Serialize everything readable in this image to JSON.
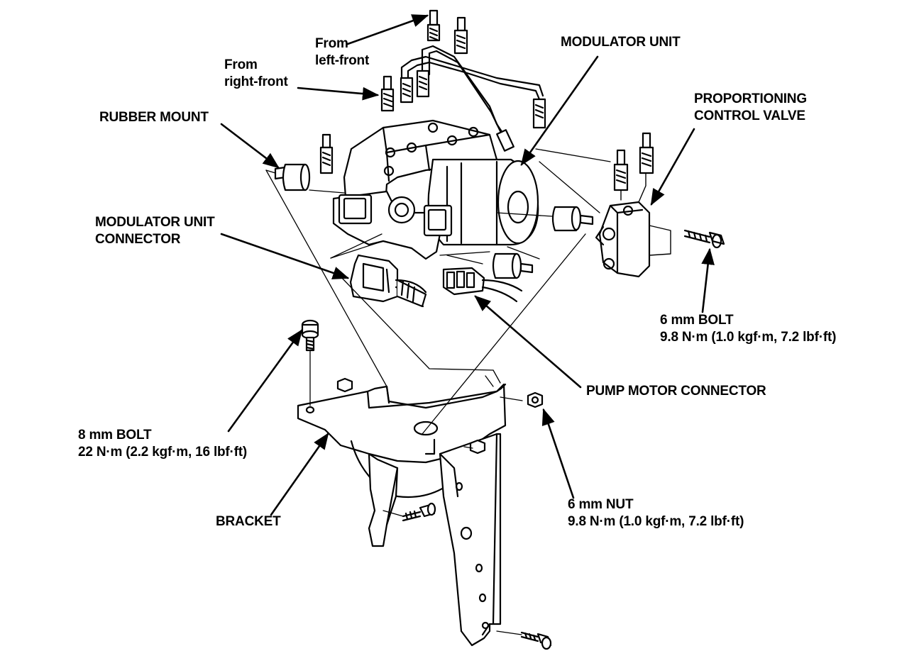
{
  "labels": {
    "from_left_front": {
      "line1": "From",
      "line2": "left-front"
    },
    "from_right_front": {
      "line1": "From",
      "line2": "right-front"
    },
    "modulator_unit": "MODULATOR UNIT",
    "proportioning_control_valve": {
      "line1": "PROPORTIONING",
      "line2": "CONTROL VALVE"
    },
    "rubber_mount": "RUBBER MOUNT",
    "modulator_unit_connector": {
      "line1": "MODULATOR UNIT",
      "line2": "CONNECTOR"
    },
    "bolt_6mm": {
      "line1": "6 mm BOLT",
      "line2": "9.8 N·m (1.0 kgf·m, 7.2 lbf·ft)"
    },
    "pump_motor_connector": "PUMP MOTOR CONNECTOR",
    "bolt_8mm": {
      "line1": "8 mm BOLT",
      "line2": "22 N·m (2.2 kgf·m, 16 lbf·ft)"
    },
    "bracket": "BRACKET",
    "nut_6mm": {
      "line1": "6 mm NUT",
      "line2": "9.8 N·m (1.0 kgf·m, 7.2 lbf·ft)"
    }
  },
  "colors": {
    "ink": "#000000",
    "paper": "#ffffff"
  }
}
